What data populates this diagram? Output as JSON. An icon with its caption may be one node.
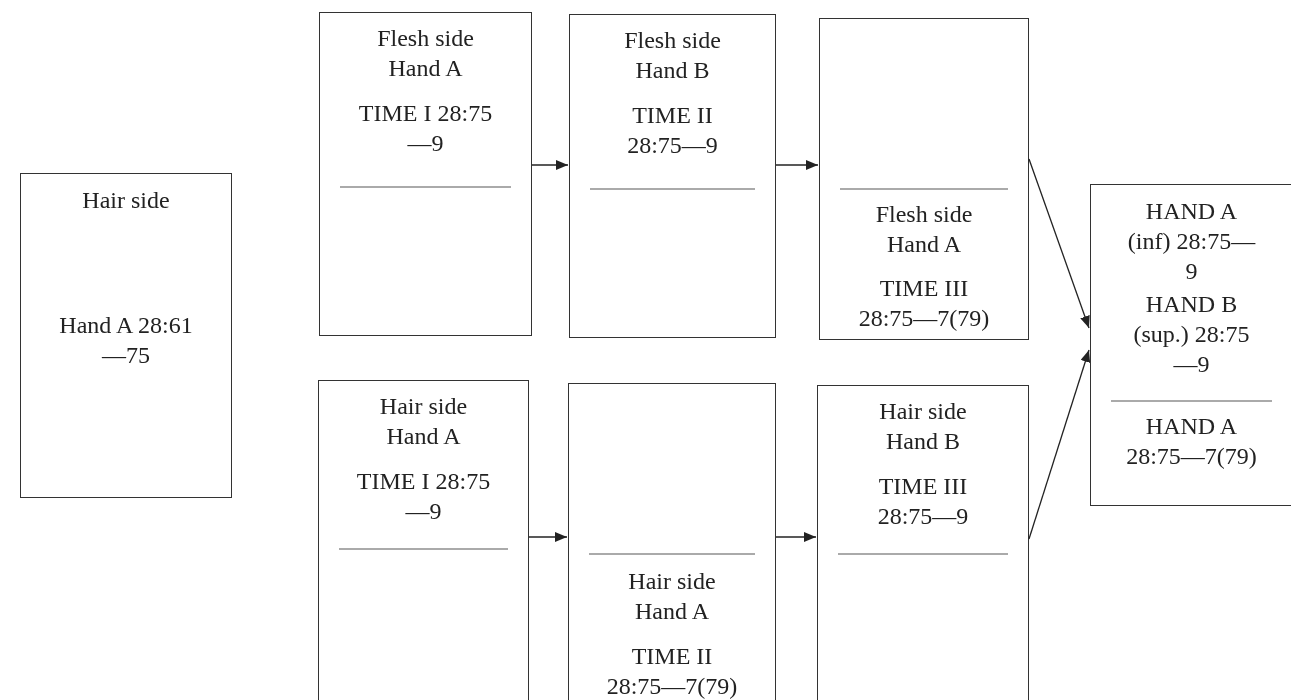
{
  "diagram": {
    "nodes": [
      {
        "text": [
          "Hair side",
          "Hand A 28:61—75"
        ]
      },
      {
        "text": [
          "Flesh side Hand A",
          "TIME I 28:75—9"
        ]
      },
      {
        "text": [
          "Flesh side Hand B",
          "TIME II 28:75—9"
        ]
      },
      {
        "text": [
          "Flesh side Hand A",
          "TIME III 28:75—7(79)"
        ]
      },
      {
        "text": [
          "Hair side Hand A",
          "TIME I 28:75—9"
        ]
      },
      {
        "text": [
          "Hair side Hand A",
          "TIME II 28:75—7(79)"
        ]
      },
      {
        "text": [
          "Hair side Hand B",
          "TIME III 28:75—9"
        ]
      },
      {
        "text": [
          "HAND A (inf) 28:75—9",
          "HAND B (sup.) 28:75—9",
          "HAND A 28:75—7(79)"
        ]
      }
    ],
    "edges": [
      {
        "from": 1,
        "to": 2,
        "arrow": "to"
      },
      {
        "from": 2,
        "to": 3,
        "arrow": "to"
      },
      {
        "from": 3,
        "to": 7,
        "arrow": "to"
      },
      {
        "from": 4,
        "to": 5,
        "arrow": "to"
      },
      {
        "from": 5,
        "to": 6,
        "arrow": "to"
      },
      {
        "from": 6,
        "to": 7,
        "arrow": "to"
      }
    ]
  }
}
